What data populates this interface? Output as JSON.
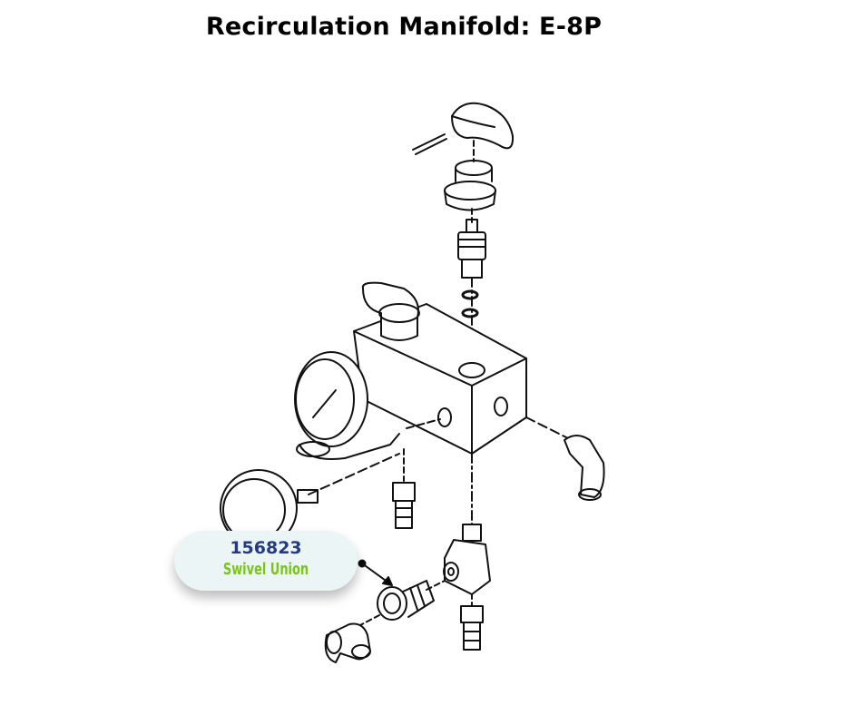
{
  "title": "Recirculation Manifold: E-8P",
  "callout": {
    "part_number": "156823",
    "part_name": "Swivel Union"
  },
  "colors": {
    "part_number": "#263a84",
    "part_name": "#7cc41d",
    "callout_bg": "#ecf5f6"
  }
}
